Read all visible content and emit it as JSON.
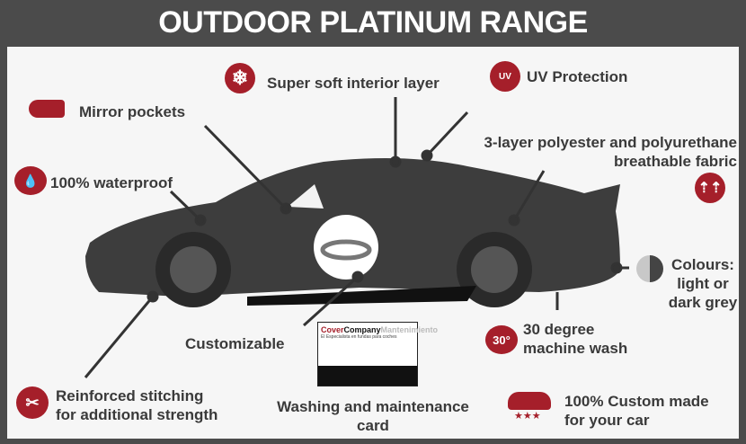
{
  "title": "OUTDOOR PLATINUM RANGE",
  "colors": {
    "accent": "#a51f2a",
    "frame": "#4b4b4b",
    "text": "#3a3a3a"
  },
  "features": {
    "soft": "Super soft interior layer",
    "uv": "UV Protection",
    "uv_icon_text": "UV",
    "mirror": "Mirror pockets",
    "waterproof": "100% waterproof",
    "fabric1": "3-layer polyester and polyurethane",
    "fabric2": "breathable fabric",
    "colours1": "Colours:",
    "colours2": "light or",
    "colours3": "dark grey",
    "customizable": "Customizable",
    "wash1": "30 degree",
    "wash2": "machine wash",
    "wash_icon_text": "30°",
    "stitch1": "Reinforced stitching",
    "stitch2": "for additional strength",
    "card1": "Washing and maintenance",
    "card2": "card",
    "custom1": "100% Custom made",
    "custom2": "for your car"
  },
  "card": {
    "brand_red": "Cover",
    "brand_black": "Company",
    "brand_grey": "Mantenimiento",
    "tagline": "El Especialista en fundas para coches"
  }
}
